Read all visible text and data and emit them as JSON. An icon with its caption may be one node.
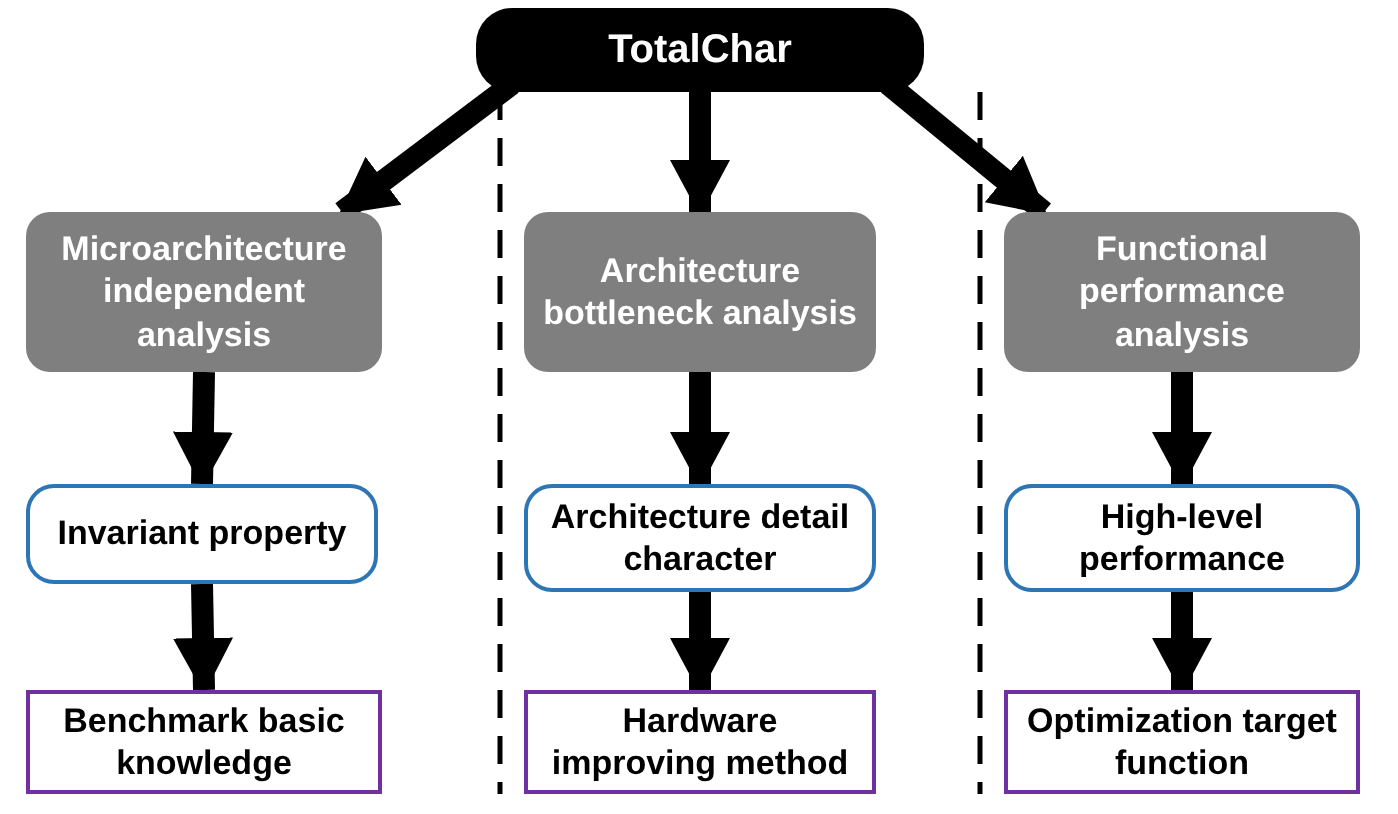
{
  "diagram": {
    "nodes": [
      {
        "text": [
          "TotalChar"
        ]
      },
      {
        "text": [
          "Microarchitecture independent analysis"
        ]
      },
      {
        "text": [
          "Architecture bottleneck analysis"
        ]
      },
      {
        "text": [
          "Functional performance analysis"
        ]
      },
      {
        "text": [
          "Invariant property"
        ]
      },
      {
        "text": [
          "Architecture detail character"
        ]
      },
      {
        "text": [
          "High-level performance"
        ]
      },
      {
        "text": [
          "Benchmark basic knowledge"
        ]
      },
      {
        "text": [
          "Hardware improving method"
        ]
      },
      {
        "text": [
          "Optimization target function"
        ]
      }
    ],
    "edges": [
      {
        "from": 0,
        "to": 1,
        "arrow": "to"
      },
      {
        "from": 0,
        "to": 2,
        "arrow": "to"
      },
      {
        "from": 0,
        "to": 3,
        "arrow": "to"
      },
      {
        "from": 1,
        "to": 4,
        "arrow": "to"
      },
      {
        "from": 2,
        "to": 5,
        "arrow": "to"
      },
      {
        "from": 3,
        "to": 6,
        "arrow": "to"
      },
      {
        "from": 4,
        "to": 7,
        "arrow": "to"
      },
      {
        "from": 5,
        "to": 8,
        "arrow": "to"
      },
      {
        "from": 6,
        "to": 9,
        "arrow": "to"
      }
    ]
  }
}
